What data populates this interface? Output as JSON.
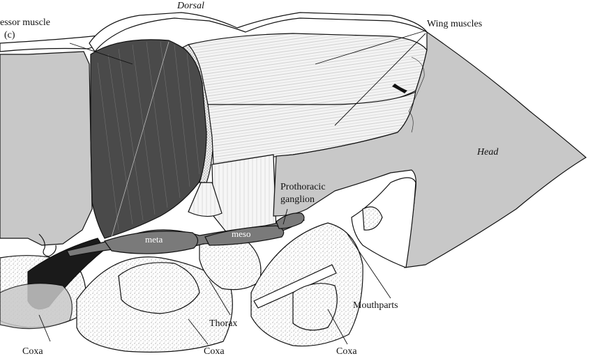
{
  "labels": {
    "dorsal": "Dorsal",
    "depressor_muscle": "essor muscle",
    "panel": "(c)",
    "wing_muscles": "Wing muscles",
    "head": "Head",
    "prothoracic_1": "Prothoracic",
    "prothoracic_2": "ganglion",
    "meta": "meta",
    "meso": "meso",
    "mouthparts": "Mouthparts",
    "thorax": "Thorax",
    "coxa_left": "Coxa",
    "coxa_mid": "Coxa",
    "coxa_right": "Coxa"
  },
  "colors": {
    "tissue_grey": "#c8c8c8",
    "muscle_dark": "#4a4a4a",
    "muscle_black": "#1a1a1a",
    "light_muscle": "#f2f2f2",
    "outline": "#111111"
  }
}
